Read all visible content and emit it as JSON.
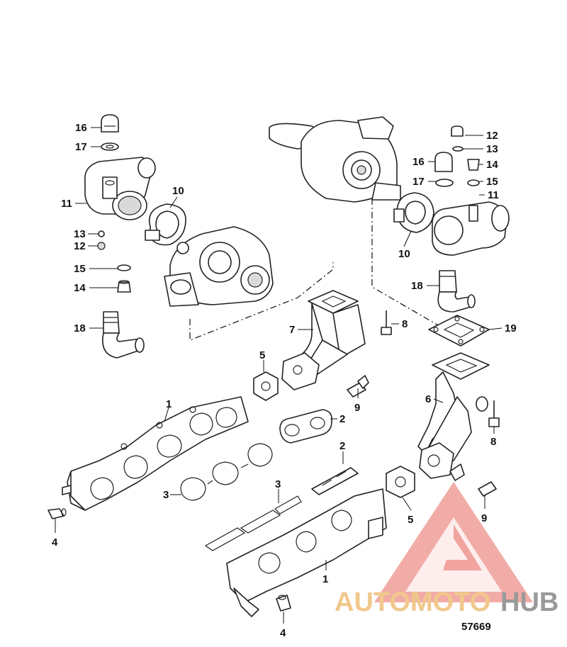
{
  "figure_number": "57669",
  "watermark": {
    "text_part1": "AUTOMOTO",
    "text_part2": "HUB",
    "color_part1": "#f0c88c",
    "color_part2": "#9a9a9a",
    "logo_color": "#e8685e"
  },
  "callouts": [
    {
      "id": "c16-left",
      "label": "16"
    },
    {
      "id": "c17-left",
      "label": "17"
    },
    {
      "id": "c11-left",
      "label": "11"
    },
    {
      "id": "c10-left",
      "label": "10"
    },
    {
      "id": "c13-left",
      "label": "13"
    },
    {
      "id": "c12-left",
      "label": "12"
    },
    {
      "id": "c15-left",
      "label": "15"
    },
    {
      "id": "c14-left",
      "label": "14"
    },
    {
      "id": "c18-left",
      "label": "18"
    },
    {
      "id": "c12-right",
      "label": "12"
    },
    {
      "id": "c13-right",
      "label": "13"
    },
    {
      "id": "c16-right",
      "label": "16"
    },
    {
      "id": "c14-right",
      "label": "14"
    },
    {
      "id": "c17-right",
      "label": "17"
    },
    {
      "id": "c15-right",
      "label": "15"
    },
    {
      "id": "c11-right",
      "label": "11"
    },
    {
      "id": "c10-right",
      "label": "10"
    },
    {
      "id": "c18-right",
      "label": "18"
    },
    {
      "id": "c19",
      "label": "19"
    },
    {
      "id": "c7",
      "label": "7"
    },
    {
      "id": "c8-upper",
      "label": "8"
    },
    {
      "id": "c5-left",
      "label": "5"
    },
    {
      "id": "c9-left",
      "label": "9"
    },
    {
      "id": "c6",
      "label": "6"
    },
    {
      "id": "c8-lower",
      "label": "8"
    },
    {
      "id": "c1-left",
      "label": "1"
    },
    {
      "id": "c2-upper",
      "label": "2"
    },
    {
      "id": "c2-lower",
      "label": "2"
    },
    {
      "id": "c3-left",
      "label": "3"
    },
    {
      "id": "c3-center",
      "label": "3"
    },
    {
      "id": "c4-left",
      "label": "4"
    },
    {
      "id": "c5-right",
      "label": "5"
    },
    {
      "id": "c9-right",
      "label": "9"
    },
    {
      "id": "c1-right",
      "label": "1"
    },
    {
      "id": "c4-bottom",
      "label": "4"
    }
  ]
}
